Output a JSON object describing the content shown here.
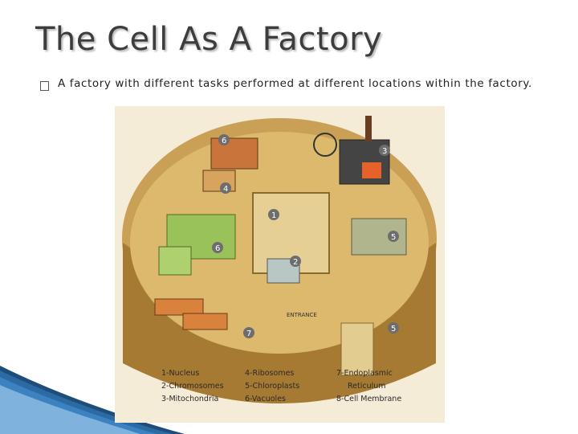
{
  "slide": {
    "title": "The Cell As A Factory",
    "bullet": "A factory with different tasks performed at different locations within the factory."
  },
  "figure": {
    "labels": [
      "1",
      "2",
      "3",
      "4",
      "5",
      "6",
      "7",
      "5",
      "6"
    ],
    "entrance": "ENTRANCE",
    "legend": [
      [
        "1-Nucleus",
        "4-Ribosomes",
        "7-Endoplasmic"
      ],
      [
        "2-Chromosomes",
        "5-Chloroplasts",
        "Reticulum"
      ],
      [
        "3-Mitochondria",
        "6-Vacuoles",
        "8-Cell Membrane"
      ]
    ]
  }
}
